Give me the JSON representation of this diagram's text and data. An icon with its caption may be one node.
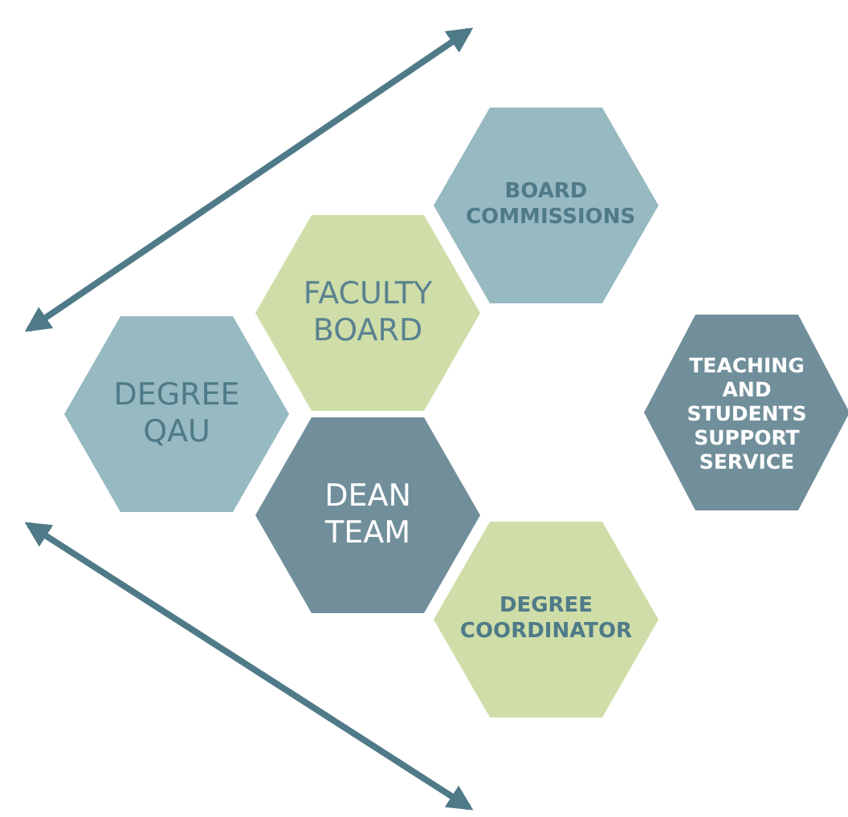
{
  "diagram": {
    "nodes": [
      {
        "text": [
          "BOARD COMMISSIONS"
        ]
      },
      {
        "text": [
          "FACULTY BOARD"
        ]
      },
      {
        "text": [
          "DEGREE QAU"
        ]
      },
      {
        "text": [
          "DEAN TEAM"
        ]
      },
      {
        "text": [
          "DEGREE COORDINATOR"
        ]
      },
      {
        "text": [
          "TEACHING AND STUDENTS SUPPORT SERVICE"
        ]
      }
    ]
  }
}
